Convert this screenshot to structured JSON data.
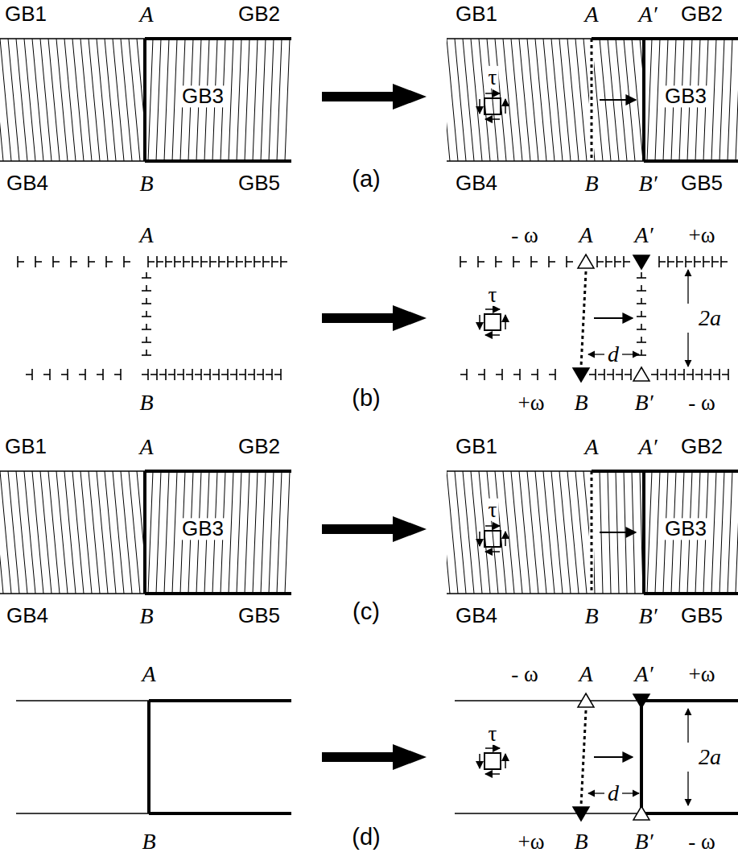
{
  "diagram": {
    "labels": [
      "GB1",
      "A",
      "GB2",
      "GB3",
      "GB4",
      "B",
      "GB5",
      "GB1",
      "A",
      "A′",
      "GB2",
      "τ",
      "GB3",
      "(a)",
      "GB4",
      "B",
      "B′",
      "GB5",
      "A",
      "- ω",
      "A",
      "A′",
      "+ω",
      "τ",
      "d",
      "2a",
      "(b)",
      "B",
      "+ω",
      "B",
      "B′",
      "- ω",
      "GB1",
      "A",
      "GB2",
      "GB3",
      "GB4",
      "B",
      "GB5",
      "GB1",
      "A",
      "A′",
      "GB2",
      "τ",
      "GB3",
      "(c)",
      "GB4",
      "B",
      "B′",
      "GB5",
      "A",
      "- ω",
      "A",
      "A′",
      "+ω",
      "τ",
      "d",
      "2a",
      "(d)",
      "B",
      "+ω",
      "B",
      "B′",
      "- ω"
    ]
  }
}
